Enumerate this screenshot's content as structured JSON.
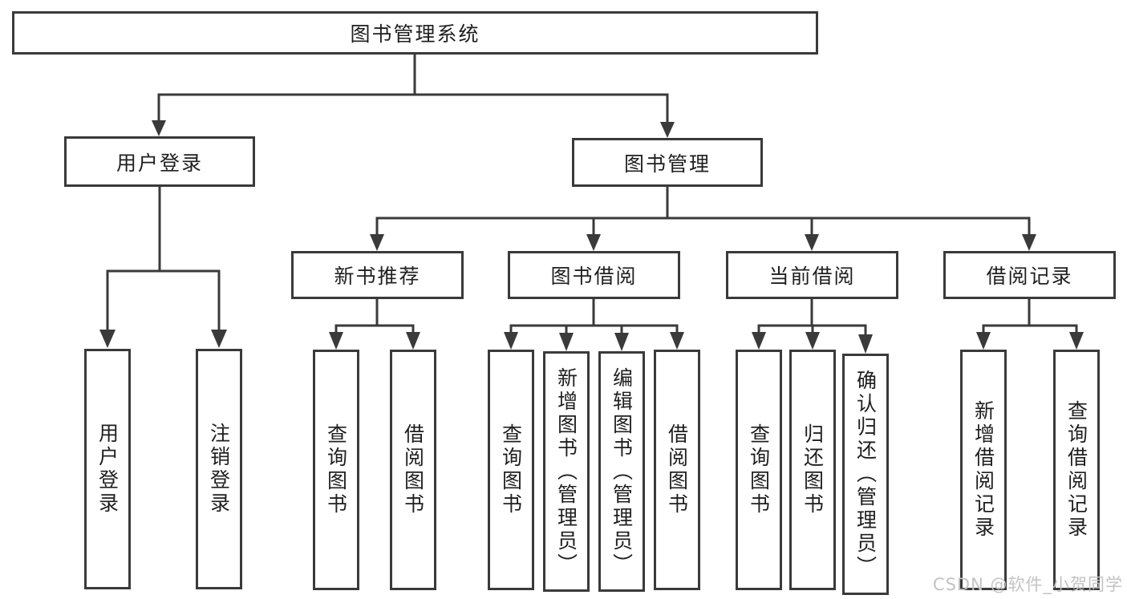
{
  "diagram_type": "hierarchy-tree",
  "tree": {
    "label": "图书管理系统",
    "children": [
      {
        "label": "用户登录",
        "children": [
          {
            "label": "用户登录"
          },
          {
            "label": "注销登录"
          }
        ]
      },
      {
        "label": "图书管理",
        "children": [
          {
            "label": "新书推荐",
            "children": [
              {
                "label": "查询图书"
              },
              {
                "label": "借阅图书"
              }
            ]
          },
          {
            "label": "图书借阅",
            "children": [
              {
                "label": "查询图书"
              },
              {
                "label": "新增图书（管理员）"
              },
              {
                "label": "编辑图书（管理员）"
              },
              {
                "label": "借阅图书"
              }
            ]
          },
          {
            "label": "当前借阅",
            "children": [
              {
                "label": "查询图书"
              },
              {
                "label": "归还图书"
              },
              {
                "label": "确认归还（管理员）"
              }
            ]
          },
          {
            "label": "借阅记录",
            "children": [
              {
                "label": "新增借阅记录"
              },
              {
                "label": "查询借阅记录"
              }
            ]
          }
        ]
      }
    ]
  },
  "watermark": {
    "text": "CSDN @软件_小贺同学"
  },
  "colors": {
    "line": "#3a3a3a",
    "box_border": "#3a3a3a",
    "text": "#1f1f1f",
    "watermark": "#c3c3c3",
    "background": "#ffffff"
  }
}
